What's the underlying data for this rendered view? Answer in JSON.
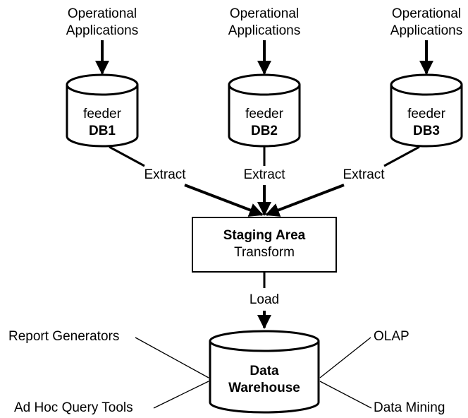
{
  "sources": [
    {
      "line1": "Operational",
      "line2": "Applications",
      "db_top": "feeder",
      "db_name": "DB1",
      "edge_label": "Extract"
    },
    {
      "line1": "Operational",
      "line2": "Applications",
      "db_top": "feeder",
      "db_name": "DB2",
      "edge_label": "Extract"
    },
    {
      "line1": "Operational",
      "line2": "Applications",
      "db_top": "feeder",
      "db_name": "DB3",
      "edge_label": "Extract"
    }
  ],
  "staging": {
    "title": "Staging Area",
    "subtitle": "Transform"
  },
  "load_label": "Load",
  "warehouse": {
    "line1": "Data",
    "line2": "Warehouse"
  },
  "tools": {
    "top_left": "Report Generators",
    "bottom_left": "Ad Hoc Query Tools",
    "top_right": "OLAP",
    "bottom_right": "Data Mining"
  },
  "colors": {
    "stroke": "#000000",
    "background": "#ffffff"
  }
}
